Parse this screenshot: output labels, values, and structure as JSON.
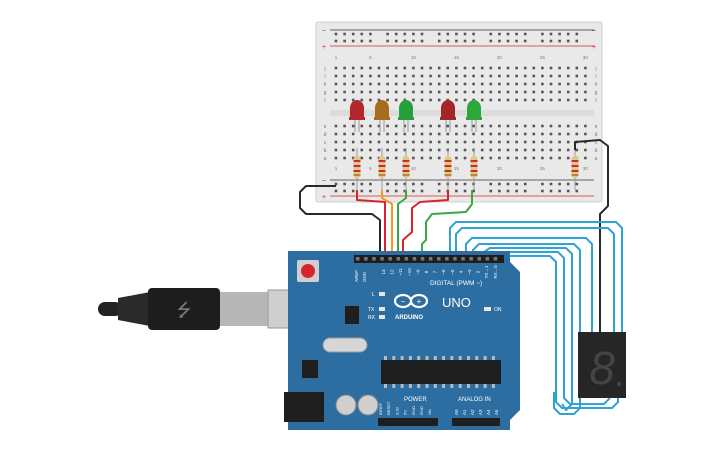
{
  "breadboard": {
    "columns_top": [
      "1",
      "",
      "",
      "",
      "5",
      "",
      "",
      "",
      "",
      "10",
      "",
      "",
      "",
      "",
      "15",
      "",
      "",
      "",
      "",
      "20",
      "",
      "",
      "",
      "",
      "25",
      "",
      "",
      "",
      "",
      "30"
    ],
    "rows_upper": [
      "j",
      "i",
      "h",
      "g",
      "f"
    ],
    "rows_lower": [
      "e",
      "d",
      "c",
      "b",
      "a"
    ],
    "rail_plus": "+",
    "rail_minus": "−"
  },
  "leds": [
    {
      "name": "led-red-1",
      "color": "#b3262b"
    },
    {
      "name": "led-yellow-1",
      "color": "#a46c1c"
    },
    {
      "name": "led-green-1",
      "color": "#24a13a"
    },
    {
      "name": "led-red-2",
      "color": "#a3262b"
    },
    {
      "name": "led-green-2",
      "color": "#2aa83b"
    }
  ],
  "arduino": {
    "brand": "ARDUINO",
    "model": "UNO",
    "digital_label": "DIGITAL (PWM ~)",
    "power_label": "POWER",
    "analog_label": "ANALOG IN",
    "on_label": "ON",
    "l_label": "L",
    "tx_label": "TX",
    "rx_label": "RX",
    "aref": "AREF",
    "gnd": "GND",
    "digital_pins": [
      "13",
      "12",
      "~11",
      "~10",
      "~9",
      "8",
      "7",
      "~6",
      "~5",
      "4",
      "~3",
      "2",
      "TX→1",
      "RX←0"
    ],
    "power_pins": [
      "IOREF",
      "RESET",
      "3.3V",
      "5V",
      "GND",
      "GND",
      "Vin"
    ],
    "analog_pins": [
      "A0",
      "A1",
      "A2",
      "A3",
      "A4",
      "A5"
    ]
  },
  "seven_segment": {
    "digit": "8"
  },
  "colors": {
    "board_blue": "#2c6ea1",
    "wire_red": "#d8252b",
    "wire_orange": "#f29a20",
    "wire_green": "#3aa845",
    "wire_blue": "#2ea3d6",
    "wire_black": "#2a2a2a"
  }
}
